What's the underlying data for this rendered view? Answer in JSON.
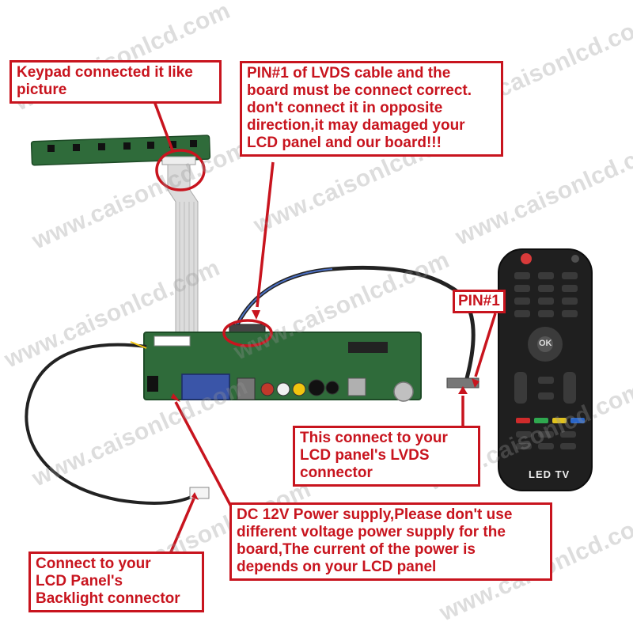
{
  "watermark": {
    "text": "www.caisonlcd.com"
  },
  "callouts": {
    "keypad": {
      "lines": [
        "Keypad connected it like",
        "picture"
      ]
    },
    "pin1_warning": {
      "lines": [
        "PIN#1 of LVDS cable and the",
        "board must be connect correct.",
        "don't connect it in opposite",
        "direction,it may damaged your",
        "LCD panel and our board!!!"
      ]
    },
    "pin1_label": {
      "text": "PIN#1"
    },
    "lvds_connector": {
      "lines": [
        "This connect to your",
        "LCD panel's LVDS",
        "connector"
      ]
    },
    "power_supply": {
      "lines": [
        "DC 12V Power supply,Please don't use",
        "different voltage power supply for the",
        "board,The current of the power is",
        "depends on your LCD panel"
      ]
    },
    "backlight": {
      "lines": [
        "Connect to your",
        "LCD Panel's",
        "Backlight connector"
      ]
    }
  },
  "remote": {
    "brand_label": "LED TV",
    "ok_label": "OK"
  },
  "colors": {
    "accent_red": "#c8141e",
    "pcb_green": "#2f6b3a",
    "cable_gray": "#dcdcdc",
    "remote_black": "#1f1f1f"
  }
}
